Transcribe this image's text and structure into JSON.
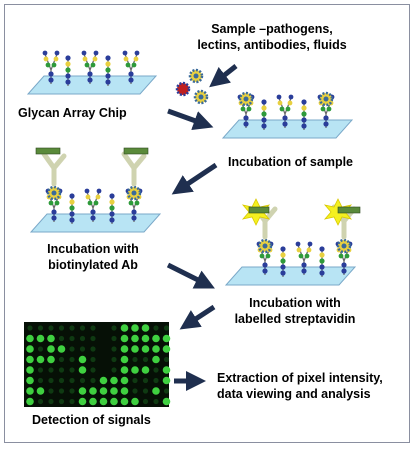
{
  "labels": {
    "sample_line1": "Sample –pathogens,",
    "sample_line2": "lectins, antibodies, fluids",
    "chip": "Glycan Array Chip",
    "incubation_sample": "Incubation of sample",
    "incubation_ab_line1": "Incubation with",
    "incubation_ab_line2": "biotinylated Ab",
    "incubation_strep_line1": "Incubation with",
    "incubation_strep_line2": "labelled streptavidin",
    "detection": "Detection of signals",
    "extraction_line1": "Extraction of pixel intensity,",
    "extraction_line2": "data viewing and analysis"
  },
  "colors": {
    "chip_fill": "#b8e4f4",
    "chip_stroke": "#7aa8c8",
    "arrow": "#1f2f4f",
    "glycan_blue": "#2a3d9a",
    "glycan_green": "#2e9a3a",
    "glycan_yellow": "#e8d040",
    "antibody": "#e8ebc8",
    "biotin_bar": "#5a8a3a",
    "star": "#f4f020",
    "spot_green": "#3fd040",
    "array_bg": "#061006"
  }
}
